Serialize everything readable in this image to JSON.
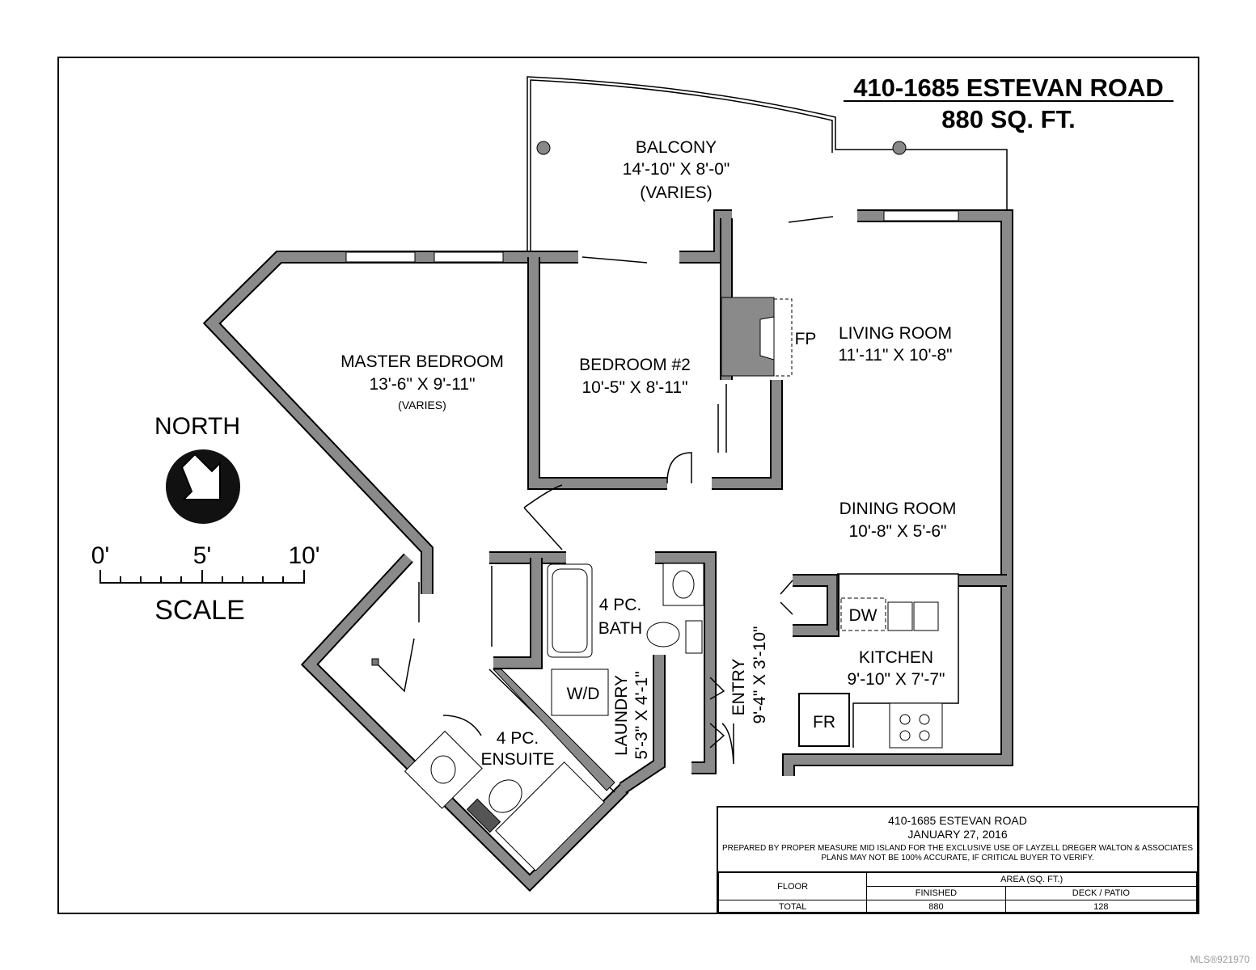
{
  "title": {
    "address": "410-1685 ESTEVAN ROAD",
    "area": "880 SQ. FT."
  },
  "rooms": [
    {
      "name": "BALCONY",
      "dims": "14'-10\" X 8'-0\"",
      "note": "(VARIES)"
    },
    {
      "name": "MASTER BEDROOM",
      "dims": "13'-6\" X 9'-11\"",
      "note": "(VARIES)"
    },
    {
      "name": "BEDROOM #2",
      "dims": "10'-5\" X 8'-11\""
    },
    {
      "name": "LIVING ROOM",
      "dims": "11'-11\" X 10'-8\""
    },
    {
      "name": "DINING ROOM",
      "dims": "10'-8\" X 5'-6\""
    },
    {
      "name": "KITCHEN",
      "dims": "9'-10\" X 7'-7\""
    },
    {
      "name": "4 PC.",
      "name2": "BATH"
    },
    {
      "name": "4 PC.",
      "name2": "ENSUITE"
    },
    {
      "name": "LAUNDRY",
      "dims": "5'-3\" X 4'-1\""
    },
    {
      "name": "ENTRY",
      "dims": "9'-4\" X 3'-10\""
    }
  ],
  "fixtures": {
    "fp": "FP",
    "dw": "DW",
    "wd": "W/D",
    "fr": "FR"
  },
  "compass": {
    "label": "NORTH"
  },
  "scale": {
    "ticks": [
      "0'",
      "5'",
      "10'"
    ],
    "label": "SCALE"
  },
  "info": {
    "address": "410-1685 ESTEVAN ROAD",
    "date": "JANUARY 27, 2016",
    "prepared": "PREPARED BY PROPER MEASURE MID ISLAND FOR THE EXCLUSIVE USE OF LAYZELL DREGER WALTON & ASSOCIATES",
    "disclaimer": "PLANS MAY NOT BE 100% ACCURATE, IF CRITICAL BUYER TO VERIFY.",
    "floor_header": "FLOOR",
    "area_header": "AREA (SQ. FT.)",
    "finished_header": "FINISHED",
    "deck_header": "DECK / PATIO",
    "row": {
      "floor": "TOTAL",
      "finished": "880",
      "deck": "128"
    }
  },
  "watermark": "MLS®921970"
}
